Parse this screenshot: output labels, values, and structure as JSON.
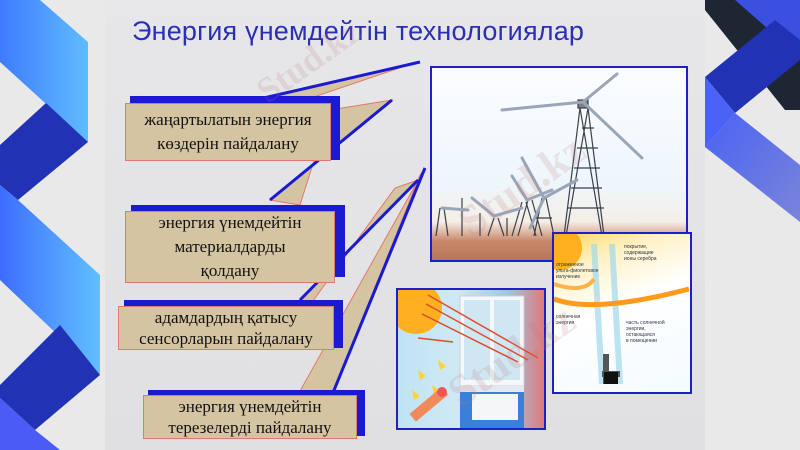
{
  "slide": {
    "title": "Энергия үнемдейтін технологиялар",
    "colors": {
      "title": "#2a2fb4",
      "callout_fill": "#d5c4a1",
      "callout_border": "#e07a6a",
      "callout_shadow": "#1a1ad0",
      "photo_border": "#1f1fc8",
      "deco_light_blue": "#5fb8ff",
      "deco_dark_blue": "#2230b0"
    },
    "callouts": [
      {
        "line1": "жаңартылатын энергия",
        "line2": "көздерін пайдалану"
      },
      {
        "line1": "энергия үнемдейтін",
        "line2": "материалдарды",
        "line3": "қолдану"
      },
      {
        "line1": "адамдардың қатысу",
        "line2": "сенсорларын пайдалану"
      },
      {
        "line1": "энергия үнемдейтін",
        "line2": "терезелерді пайдалану"
      }
    ],
    "images": [
      {
        "name": "wind-turbines-photo"
      },
      {
        "name": "energy-saving-window-illustration"
      },
      {
        "name": "double-glazing-diagram",
        "labels": [
          "покрытие, содержащие ионы серебра",
          "отраженное ульта-фиолетовое излучение",
          "солнечная энергия",
          "часть солнечной энергии, остающаяся в помещении"
        ]
      }
    ],
    "watermark": "Stud.kz"
  }
}
